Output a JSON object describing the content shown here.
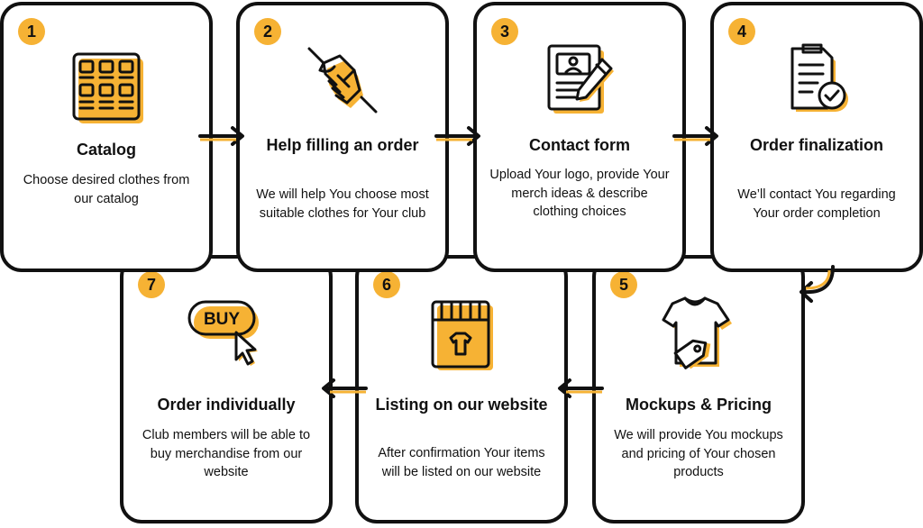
{
  "accent_color": "#f6b234",
  "steps": [
    {
      "number": "1",
      "title": "Catalog",
      "description": "Choose desired clothes from our catalog",
      "icon": "catalog-grid-icon"
    },
    {
      "number": "2",
      "title": "Help filling an order",
      "description": "We will help You choose most suitable clothes for Your club",
      "icon": "handshake-icon"
    },
    {
      "number": "3",
      "title": "Contact form",
      "description": "Upload Your logo, provide Your merch ideas & describe clothing choices",
      "icon": "form-pencil-icon"
    },
    {
      "number": "4",
      "title": "Order finalization",
      "description": "We’ll contact You regarding Your order completion",
      "icon": "document-check-icon"
    },
    {
      "number": "5",
      "title": "Mockups & Pricing",
      "description": "We will provide You mockups and pricing of Your chosen products",
      "icon": "shirt-price-tag-icon"
    },
    {
      "number": "6",
      "title": "Listing on our website",
      "description": "After confirmation Your items will be listed on our website",
      "icon": "storefront-shirt-icon"
    },
    {
      "number": "7",
      "title": "Order individually",
      "description": "Club members will be able to buy merchandise from our website",
      "icon": "buy-button-icon"
    }
  ],
  "icon_text": {
    "buy": "BUY"
  }
}
